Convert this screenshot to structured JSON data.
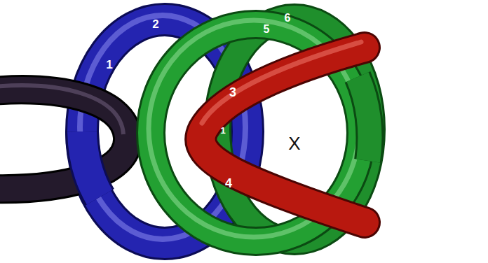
{
  "diagram": {
    "labels": [
      "6",
      "2",
      "5",
      "1",
      "3",
      "1",
      "X",
      "4"
    ]
  }
}
